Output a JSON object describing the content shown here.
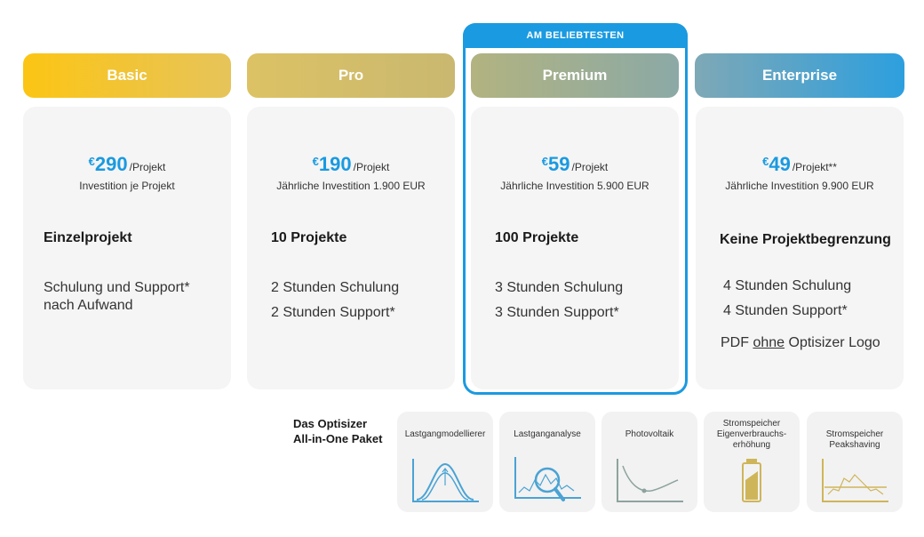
{
  "featured_badge": "AM BELIEBTESTEN",
  "colors": {
    "accent_blue": "#1a9ae0",
    "basic": "#f7c61c",
    "pro": "#d2bd65",
    "premium": "#8fa99a",
    "enterprise": "#3aa1d8",
    "icon_blue": "#4aa3d4",
    "icon_gold": "#cfb55a"
  },
  "plans": [
    {
      "name": "Basic",
      "currency": "€",
      "price": "290",
      "per": "/Projekt",
      "investment": "Investition je Projekt",
      "projects": "Einzelprojekt",
      "features": [
        "Schulung und Support*",
        "nach Aufwand"
      ]
    },
    {
      "name": "Pro",
      "currency": "€",
      "price": "190",
      "per": "/Projekt",
      "investment": "Jährliche Investition 1.900 EUR",
      "projects": "10 Projekte",
      "features": [
        "2 Stunden Schulung",
        "2 Stunden Support*"
      ]
    },
    {
      "name": "Premium",
      "currency": "€",
      "price": "59",
      "per": "/Projekt",
      "investment": "Jährliche Investition 5.900 EUR",
      "projects": "100 Projekte",
      "features": [
        "3 Stunden Schulung",
        "3 Stunden Support*"
      ]
    },
    {
      "name": "Enterprise",
      "currency": "€",
      "price": "49",
      "per": "/Projekt**",
      "investment": "Jährliche Investition 9.900 EUR",
      "projects": "Keine Projektbegrenzung",
      "features": [
        "4 Stunden Schulung",
        "4 Stunden Support*"
      ],
      "extra": {
        "pre": "PDF",
        "underlined": "ohne",
        "post": "Optisizer Logo"
      }
    }
  ],
  "paket": {
    "line1": "Das Optisizer",
    "line2": "All-in-One Paket"
  },
  "tiles": [
    {
      "label": "Lastgangmodellierer",
      "icon": "bell-curve-icon"
    },
    {
      "label": "Lastganganalyse",
      "icon": "magnifier-chart-icon"
    },
    {
      "label": "Photovoltaik",
      "icon": "curve-chart-icon"
    },
    {
      "label_lines": [
        "Stromspeicher",
        "Eigenverbrauchs-",
        "erhöhung"
      ],
      "icon": "battery-icon"
    },
    {
      "label_lines": [
        "Stromspeicher",
        "Peakshaving"
      ],
      "icon": "peak-chart-icon"
    }
  ]
}
